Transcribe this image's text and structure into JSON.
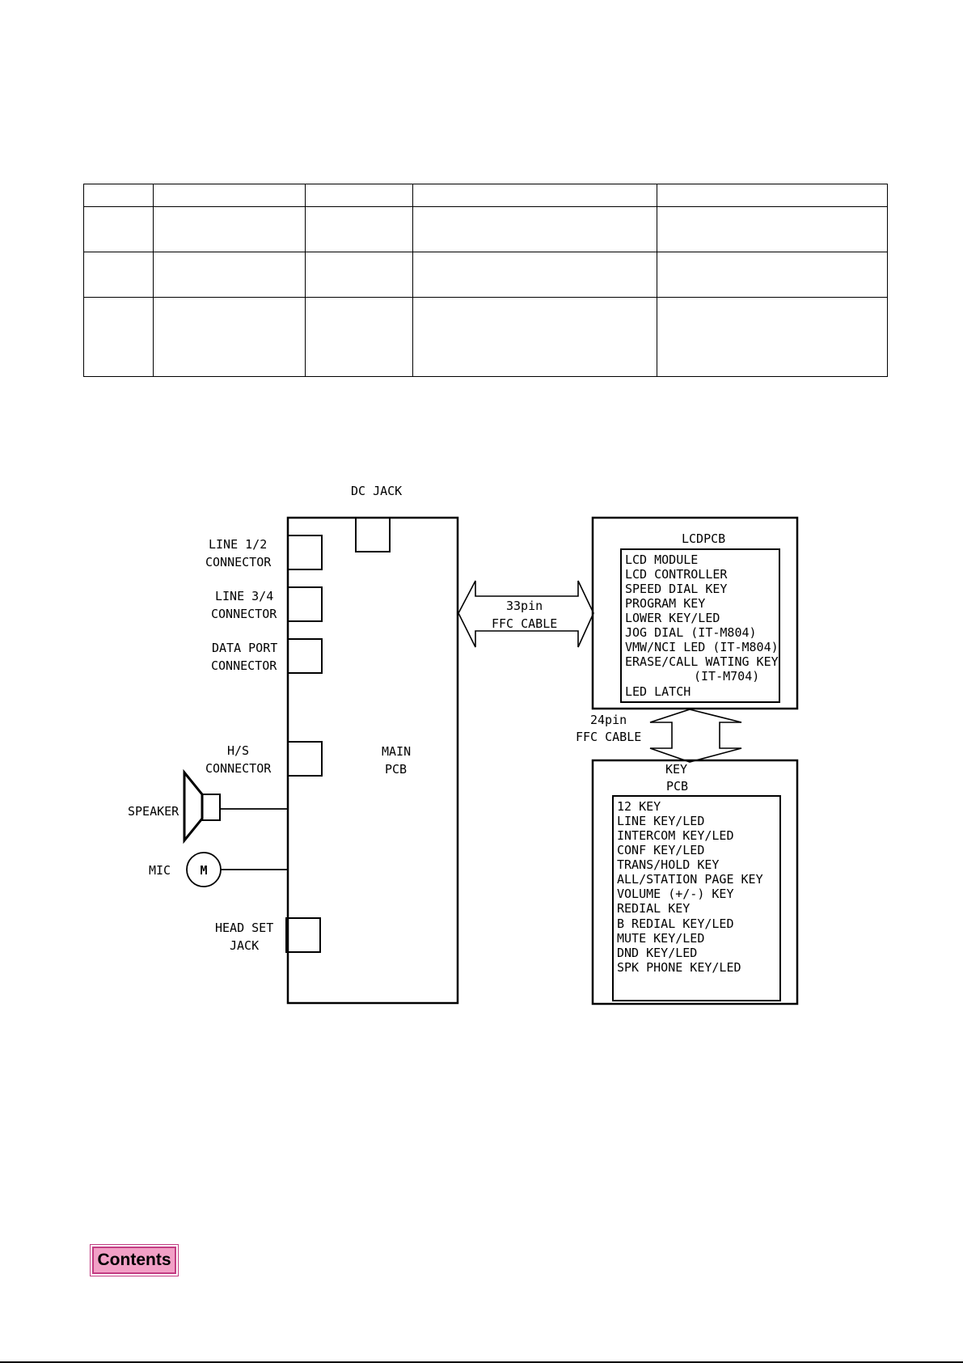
{
  "table": {
    "column_count": 5,
    "row_count": 4
  },
  "diagram": {
    "dc_jack_label": "DC JACK",
    "main_pcb_label": [
      "MAIN",
      "PCB"
    ],
    "connectors": [
      {
        "id": "line12",
        "lines": [
          "LINE 1/2",
          "CONNECTOR"
        ]
      },
      {
        "id": "line34",
        "lines": [
          "LINE 3/4",
          "CONNECTOR"
        ]
      },
      {
        "id": "dataport",
        "lines": [
          "DATA PORT",
          "CONNECTOR"
        ]
      },
      {
        "id": "hs",
        "lines": [
          "H/S",
          "CONNECTOR"
        ]
      },
      {
        "id": "headset",
        "lines": [
          "HEAD SET",
          "JACK"
        ]
      }
    ],
    "speaker_label": "SPEAKER",
    "mic_label": "MIC",
    "mic_symbol": "M",
    "cable_33": [
      "33pin",
      "FFC CABLE"
    ],
    "cable_24": [
      "24pin",
      "FFC CABLE"
    ],
    "lcdpcb_title": "LCDPCB",
    "lcdpcb_items": [
      "LCD MODULE",
      "LCD CONTROLLER",
      "SPEED DIAL KEY",
      "PROGRAM KEY",
      "LOWER KEY/LED",
      "JOG DIAL (IT-M804)",
      "VMW/NCI LED  (IT-M804)",
      "ERASE/CALL WATING KEY",
      "(IT-M704)",
      "LED LATCH"
    ],
    "keypcb_title": [
      "KEY",
      "PCB"
    ],
    "keypcb_items": [
      "12 KEY",
      "LINE KEY/LED",
      "INTERCOM KEY/LED",
      "CONF KEY/LED",
      "TRANS/HOLD KEY",
      "ALL/STATION PAGE KEY",
      "VOLUME (+/-) KEY",
      "REDIAL KEY",
      "B REDIAL KEY/LED",
      "MUTE KEY/LED",
      "DND KEY/LED",
      "SPK PHONE KEY/LED"
    ]
  },
  "contents_button": {
    "label": "Contents",
    "color": "#f2a0c6",
    "border_color": "#c23d82"
  }
}
